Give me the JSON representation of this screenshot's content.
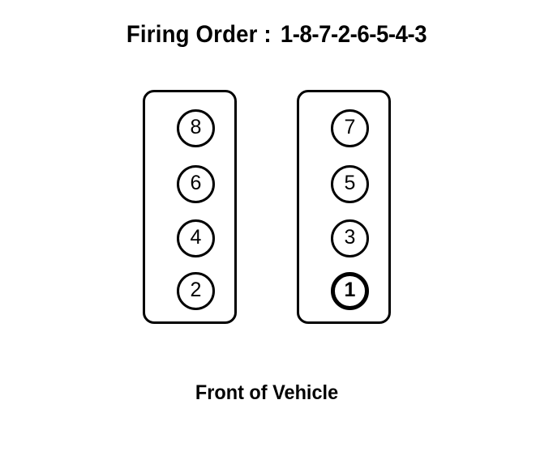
{
  "title": {
    "label": "Firing Order :",
    "sequence": "1-8-7-2-6-5-4-3"
  },
  "caption": "Front of Vehicle",
  "colors": {
    "background": "#ffffff",
    "ink": "#000000"
  },
  "banks": [
    {
      "side": "left",
      "cylinders": [
        {
          "number": "8",
          "highlight": false
        },
        {
          "number": "6",
          "highlight": false
        },
        {
          "number": "4",
          "highlight": false
        },
        {
          "number": "2",
          "highlight": false
        }
      ]
    },
    {
      "side": "right",
      "cylinders": [
        {
          "number": "7",
          "highlight": false
        },
        {
          "number": "5",
          "highlight": false
        },
        {
          "number": "3",
          "highlight": false
        },
        {
          "number": "1",
          "highlight": true
        }
      ]
    }
  ]
}
